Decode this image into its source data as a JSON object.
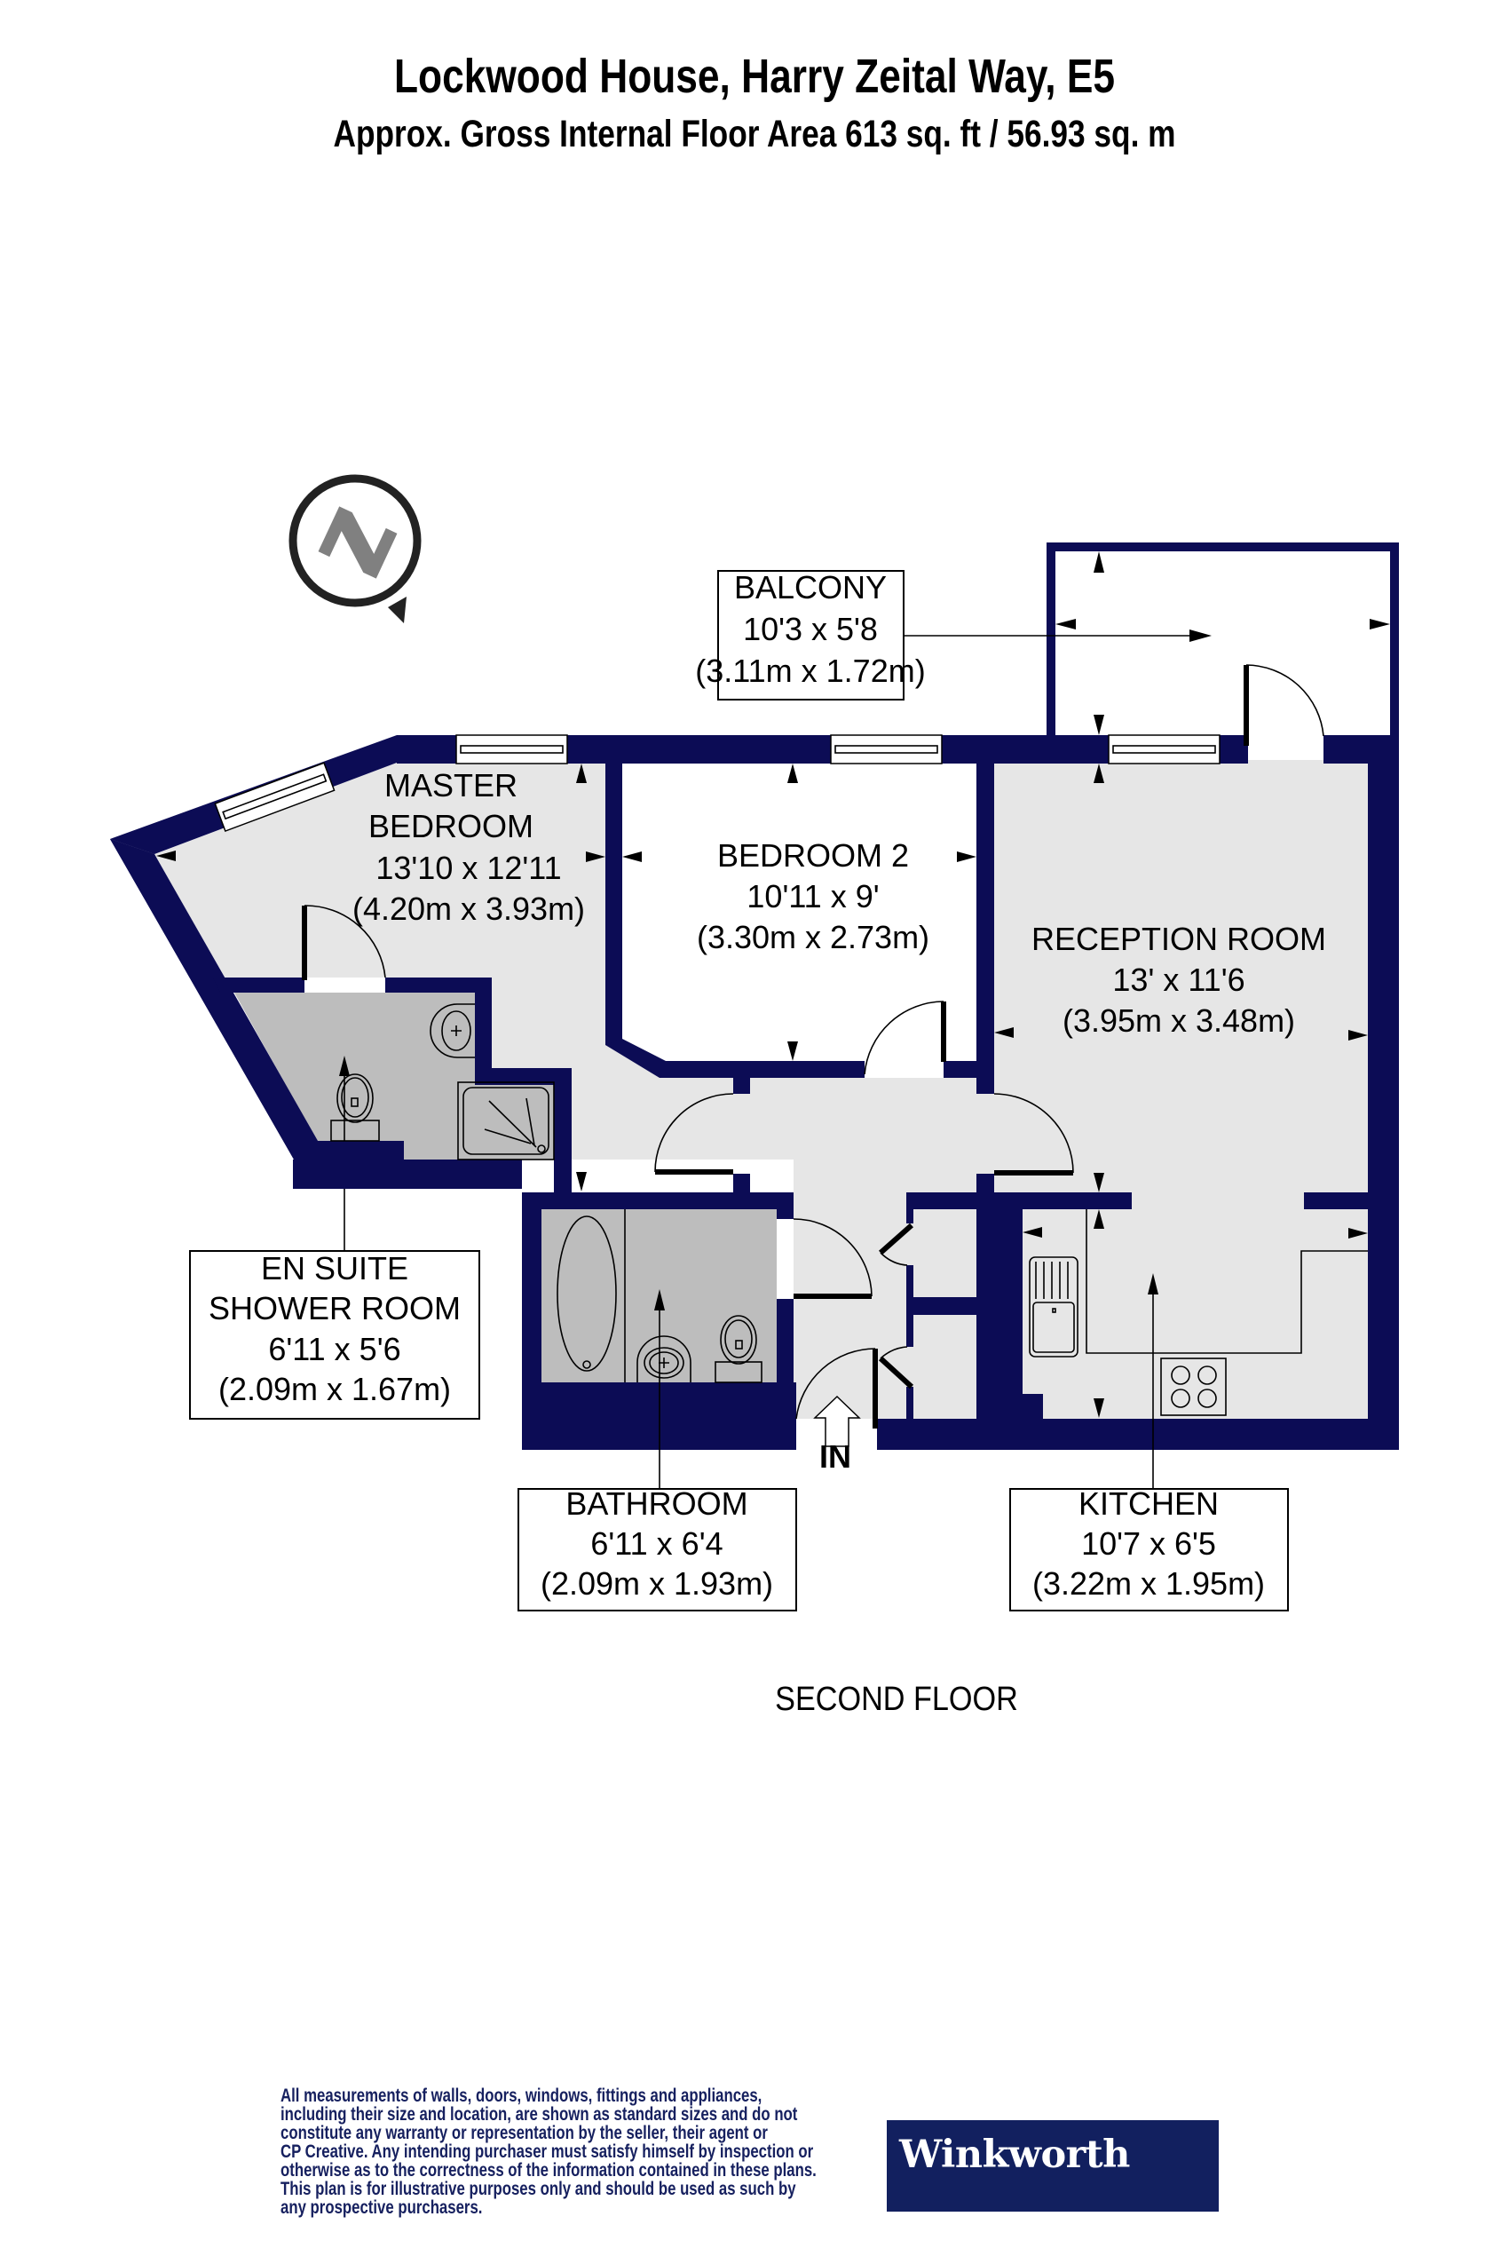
{
  "header": {
    "title": "Lockwood House, Harry Zeital Way, E5",
    "subtitle": "Approx. Gross Internal Floor Area 613 sq. ft / 56.93 sq. m"
  },
  "compass": {
    "label": "N",
    "icon": "north-compass-icon"
  },
  "rooms": {
    "balcony": {
      "name": "BALCONY",
      "imperial": "10'3 x 5'8",
      "metric": "(3.11m x 1.72m)"
    },
    "master_bedroom": {
      "name_line1": "MASTER",
      "name_line2": "BEDROOM",
      "imperial": "13'10 x 12'11",
      "metric": "(4.20m x 3.93m)"
    },
    "bedroom_2": {
      "name": "BEDROOM 2",
      "imperial": "10'11 x 9'",
      "metric": "(3.30m x 2.73m)"
    },
    "reception_room": {
      "name": "RECEPTION ROOM",
      "imperial": "13' x 11'6",
      "metric": "(3.95m x 3.48m)"
    },
    "en_suite": {
      "name_line1": "EN SUITE",
      "name_line2": "SHOWER ROOM",
      "imperial": "6'11 x 5'6",
      "metric": "(2.09m x 1.67m)"
    },
    "bathroom": {
      "name": "BATHROOM",
      "imperial": "6'11 x 6'4",
      "metric": "(2.09m x 1.93m)"
    },
    "kitchen": {
      "name": "KITCHEN",
      "imperial": "10'7 x 6'5",
      "metric": "(3.22m x 1.95m)"
    }
  },
  "entrance": {
    "label": "IN"
  },
  "floor_label": "SECOND FLOOR",
  "colors": {
    "wall": "#0c0c55",
    "floor": "#e6e6e6",
    "wet_area": "#bdbdbd",
    "brand": "#12205f"
  },
  "footer": {
    "disclaimer_lines": [
      "All measurements of walls, doors, windows, fittings and appliances,",
      "including their size and location, are shown as standard sizes and do not",
      "constitute any warranty or representation by the seller, their agent or",
      "CP Creative. Any intending purchaser must satisfy himself by inspection or",
      "otherwise as to the correctness of the information contained in these plans.",
      "This plan is for illustrative purposes only and should be used as such by",
      "any prospective purchasers."
    ],
    "brand": "Winkworth"
  }
}
